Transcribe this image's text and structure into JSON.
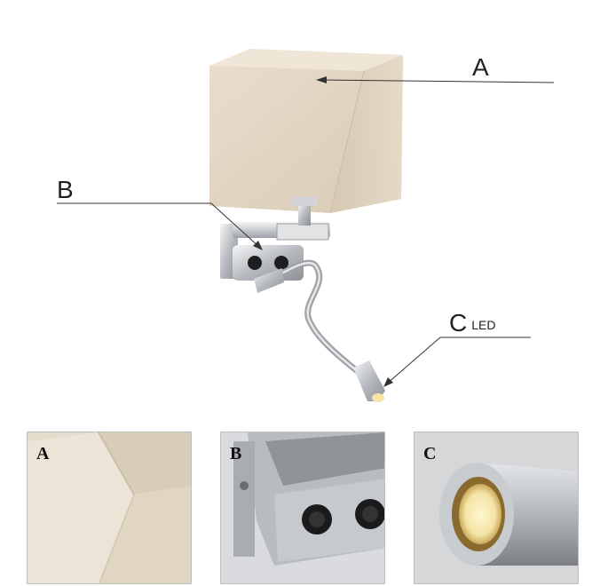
{
  "callouts": {
    "a": {
      "letter": "A"
    },
    "b": {
      "letter": "B"
    },
    "c": {
      "letter": "C",
      "suffix": "LED"
    }
  },
  "details": [
    {
      "letter": "A"
    },
    {
      "letter": "B"
    },
    {
      "letter": "C"
    }
  ],
  "colors": {
    "shade": "#e4d8c6",
    "chrome": "#c9ccd0",
    "led_glow": "#f4e4a6"
  }
}
